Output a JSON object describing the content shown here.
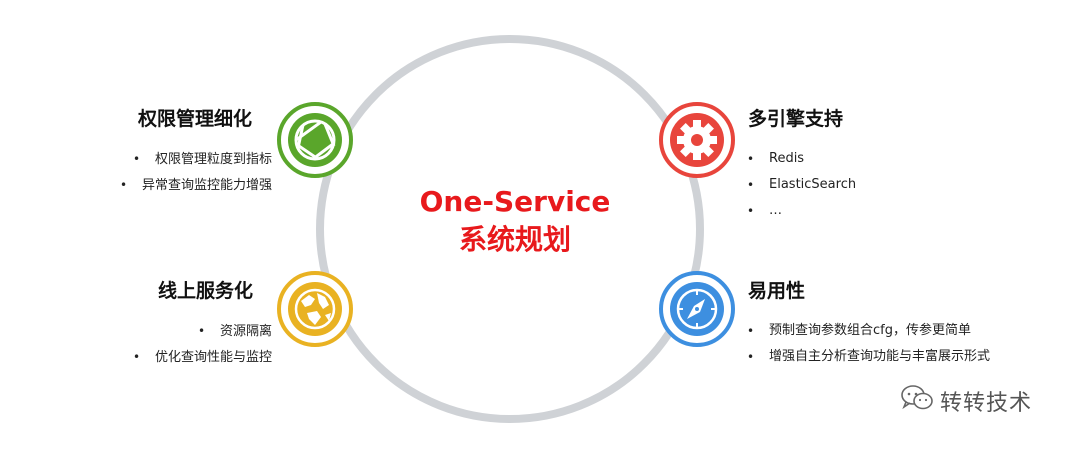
{
  "center": {
    "line1": "One-Service",
    "line2": "系统规划"
  },
  "sections": {
    "permission": {
      "title": "权限管理细化",
      "items": [
        "权限管理粒度到指标",
        "异常查询监控能力增强"
      ],
      "color": "#5aa62b",
      "icon": "shutter-icon"
    },
    "online": {
      "title": "线上服务化",
      "items": [
        "资源隔离",
        "优化查询性能与监控"
      ],
      "color": "#e9b222",
      "icon": "globe-icon"
    },
    "engine": {
      "title": "多引擎支持",
      "items": [
        "Redis",
        "ElasticSearch",
        "…"
      ],
      "color": "#e8453c",
      "icon": "gear-icon"
    },
    "usability": {
      "title": "易用性",
      "items": [
        "预制查询参数组合cfg，传参更简单",
        "增强自主分析查询功能与丰富展示形式"
      ],
      "color": "#3d8fe0",
      "icon": "compass-icon"
    }
  },
  "ring_color": "#cfd2d6",
  "watermark": {
    "text": "转转技术",
    "icon": "wechat-icon"
  }
}
